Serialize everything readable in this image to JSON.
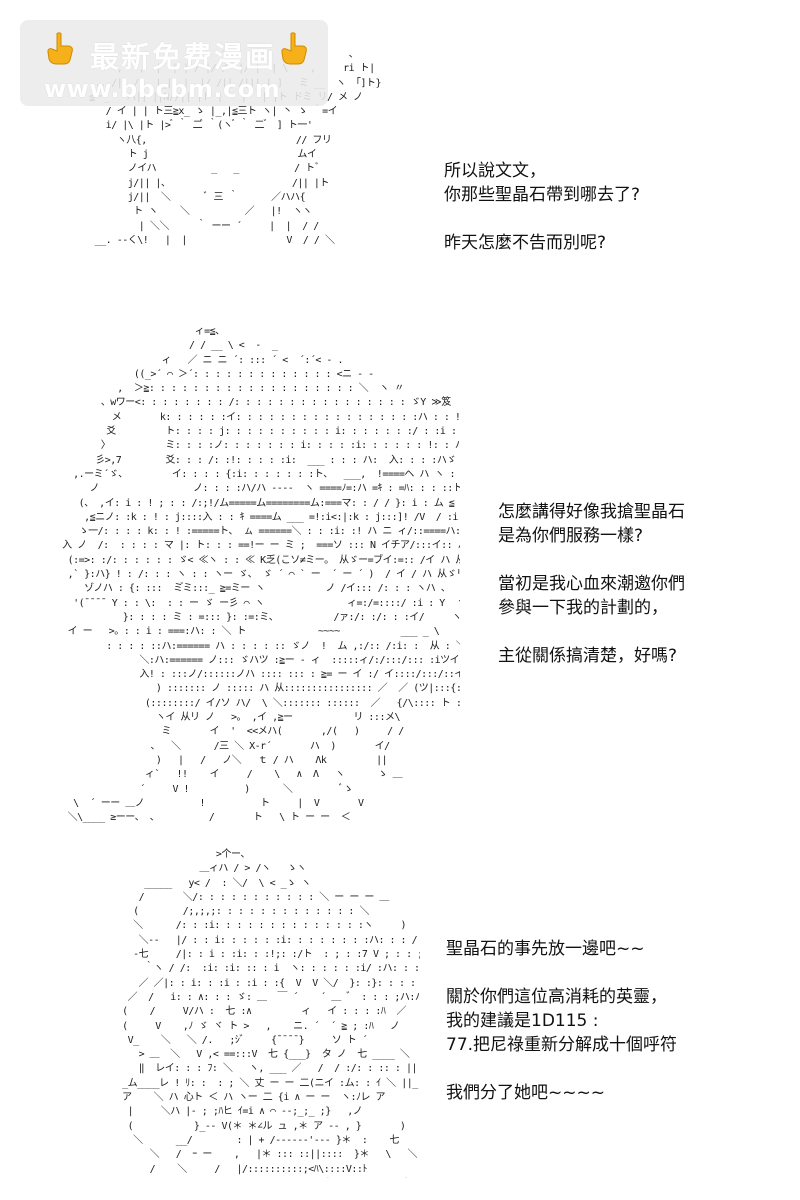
{
  "watermark": {
    "title": "最新免费漫画",
    "url": "www.bbcbm.com",
    "hand_icon": "pointing-hand-icon",
    "hand_color": "#f5b01a"
  },
  "panels": [
    {
      "ascii_art": "                  ,     /     \\                      、\n           ,   ,  |  | | / |/ /  |/ |  | \\    ,     ri ト|\n       .. /|  /|  |_|| |  |/ /|| /||| | ]   ミ __  ヽ 「]ト}\n      ≦ー_   ハ|| ||N//|| |ド |  ゙  | ｀| |ト ドミ リ/ メ ノ\n         / イ | | ト三≧x_ ゝ |_,|≦三ト ヽ| 丶 ゝ ｀=イ\n         i/ |\\ |ト |> ゙ ｀ 二゙ ｀(ヽ ゙ ｀ 二 ゙  ] ト一'\n           ヽ八{,                           // フリ\n             ト j                           ムイ\n             ノイハ          _   _          / トﾞ\n             j/|| |、                      /|| |ト\n             j/||  ＼      ﾞ 三 ｀      ／ハハ{\n              ト ヽ    ＼          ／   |!  ヽヽ\n               | ＼＼     ｀ ーー ´     |  |  / /\n       __. --く\\!   |  |                  V  / / ＼",
      "dialogue": [
        "所以說文文，",
        "你那些聖晶石帶到哪去了?",
        "",
        "昨天怎麼不告而別呢?"
      ]
    },
    {
      "ascii_art": "                            ィ=≦、\n                           / / __ \\ <  -  _\n                      ィ   ／ ニ ニ ´: ::: ´ <  ´:´< ‐ .\n                 ((_>´ ⌒ ＞´: : : : : : : : : : : : : <ニ ‐ ‐\n              ,  ＞≧: : : : : : : : : : : : : : : : : : : ＼  ヽ 〃\n           、wワー<: : : : : : : : /: : : : : : : : : : : : : : : : ゞY ≫笈\n             メ       k: : : : : :イ: : : : : : : : : : : : : : : : :ハ : : !  !ﾉ\n            爻         ト: : : : j: : : : : : : : : : i: : : : : : :/ : :i : : ! ム、\n           〉          ミ: : : :ノ: : : : : : : i: : : : :i: : : : : : !: : ハ  ヽ ヽ\n          彡>,7        爻: : : /: :!: : : : :i:  ___ : : : ハ:  入: : : :ハゞ ､ >ｼﾊ\n      ,.ーミ´ゞ、        イ: : : : {:i: : : : : : :ト、  ___,  !====ヘ ハ ヽ : : : : != 〆 ハ K\n         ノ                 ノ: : : :ハ/ハ ----  ヽ ====ﾉ=:ハ =ｷ : =ﾊ: : : ::ト、彡 ’从 i\n       (、 ,イ: i : ! ; : : /:;!/ム=====ム========ム:===マ: : / / }: i : ム ≦ ´  リ  ﾊ\n        ,≦ニノ: :k : ! : j::::入 : : ｷ ====ム ___ =!:i<:|:k : j:::]! /V  / :i: : :i  !  ム  ((\n       ゝ一/: : : : k: : ! :=====ト、 ㇺ ======＼ : : :i: :! ハ ニ ィ/::====ハ:(   ´   }:>\n    入 ノ  /:  : : : : マ |: ト: : : ==!ー ー ミ ;  ===ソ ::: N イチア/:::イ:: ハ  :::(  \\ ヽ (:イ\n     (:=>: :/: : : : : : ゞ< ≪ヽ : : ≪ K乏(こソ≠ミー。 从ゞー=ブイ:=:: /イ ハ 从      ヽハ\n     ,` }:ハ} ! : /: : : ヽ : : ヽー ゞ、 ゞ ´ ⌒ ` ー  ´ ー ´ )  / イ / ハ 从ゞリミ      入\n        ゾノハ : {: :::  ミ゙ミ:::_ ≧=ミー ヽ           ノ /イ::: /: : : ヽハ 、     /  \\\n      '(¯¯¯¯ Y : : \\:  : : ー ゞ ー彡 ⌒ ヽ               ィ=:/=::::/ :i : Y  ヽ _\n               }: : : : ミ : =::: }: :=:ミ、          /ァ:/: :/: : :イ/     ヽ/\n     イ ー   >。: : i : ===:ハ: : ＼ ト             ~~~~           ___ _ \\\n            : : : : ::ハ:====== ハ : : : : :: ゞノ  !  ム ,:/:: /:i: :  从 : ＼ :  ヽ\n                  ＼:ハ:====== ノ::: ゞハツ :≧ー ‐ ィ  :::::ィ/:/:::/::: :iツイソ      ヽ  、ム\n                  入! : :::ノ/::::::ノハ :::: ::: : ≧= ー イ :/ イ::::/:::/::イ:ハ  ノ  ( ハム\n                     ) ::::::: ノ ::::: ハ 从:::::::::::::::: ／  ／ (ツ|:::{:::::|イト从!__彡    ｝ム\n                   (::::::::/ イ/ソ ハ/  \\ ＼::::::: ::::::  ／   {/\\:::: ト :: ヽ _ イ   , ≦ =\n                     ヽイ 从リ ノ   >。 ,イ ,≧ー           リ :::メ\\\n                      ミ       イ  '  <<メハ(       ,/(   )     / /\n                    、  ＼      /三 ＼ X-r´       ハ  )       イ/\n                     )   |   /   ノ＼   ｔ / ハ    Λk         ||\n                   ィ`   !!    イ     /    \\   ∧  Λ   ヽ      ゝ ＿\n                  ´     V !          )      ＼         ﾞゝ\n      \\  ´ ーー ＿ノ          !          ト     |  V       V\n     ＼\\____ ≥ーー、 、         /       ト   \\ ト ー ー  ＜\n     ﾏ、ﾞ ´    ＼           ヽ    \\ |   ＼\\  /  _      ;\n       ム              マ        ト、/        V       /",
      "dialogue": [
        "怎麼講得好像我搶聖晶石",
        "是為你們服務一樣?",
        "",
        "當初是我心血來潮邀你們",
        "參與一下我的計劃的，",
        "",
        "主從關係搞清楚，好嗎?"
      ]
    },
    {
      "ascii_art": "                     >个ー、\n                  ＿ィハ / > /ヽ   ゝヽ\n        _____   y< /  : ＼/  \\ < _ゝ ヽ\n       /       ＼/: : : : : : : : : : : ＼ ー ー ー ＿\n      (        /;,;,;: : : : : : : : : : : : : ＼\n      ＼      /: : :i: : : : : : : : : : : : : :ヽ     )\n       ＼--   |/ : : i: : : : : :i: : : : : : : :ハ: : : /\n      -七     /|: : i : :i: : :!;: :/ト  : ; : :7 V ; : : ; : /\\\n        ｀ヽ / /:  :i: :i: :: : i  ヽ: : : : : :i/ :ハ: : : : :ヽ\n       ／ ／|: : i: : :i : :i : :{  V  V ＼/  }: :}: : : : : :iﾄi\n     ／  /   i: : ∧: : : ゞ: ＿  ￣ ´    ´ ＿ ゛ : : : ;ハ:ハ\n    (    /     V/ハ :  七 :∧         ィ   イ : : : :ﾊ  ／\n    (     V    ,ﾉ ゞ ヾ ト >   ,    ニ. ´  ´ ≧ ; :ﾊ   ノ\n     V_    ＼   ＼ /.   ;ｼ゛    {¯¯¯¯}     ソ ト ´\n       > ＿  ＼   V ,< ==:::V  七 {___}  タ ノ  七 ____ ＼\n       ‖  レイ: : : ﾌ: ＼   ヽ, ___ ／   /  / :/: : :: : ||\n    _ム____レ ! ﾘ: :  : ; ＼ 丈 ー ー 二(ニイ :ム: : ｲ ＼ ||_\n    ア    ＼ ハ 心ト ＜ ハ ヽー 二 {i ∧ ー ー  ヽ:ﾉレ ア\n     |     ＼ハ |- ; ;ﾊヒ ｲ=i ∧ ⌒ --;_;_ ;}   ,ノ\n     (           }_-- V(＊ ＊∠ル ュ ,＊ ア -- , }       )\n      ＼      __/        : | + /------'--- }＊  :    七\n         ＼   /  ｰ ー    ,   |＊ ::: ::||::::  }＊   \\   ＼\n         /    ＼     /   |/::::::::::;<ﾊ\\::::V::ﾄ\n        t          /       ア ーー (::::: ＼,,,;イ＊|    ＼\n             ＼     /    <__-------,----(＊ } ;     ノ\n                ー ー ー        ー _ >-- (+ ;      __________\n         T---- ,|         `  ----  ＜  *:  ____ +  _ / ＿_ノ\n         |:::::::::::ム         ●| | ＊ ＃  / / ::::::::::|",
      "dialogue": [
        "聖晶石的事先放一邊吧~~",
        "",
        "關於你們這位高消耗的英靈，",
        "我的建議是1D115 :",
        "77.把尼祿重新分解成十個呼符",
        "",
        "我們分了她吧~~~~"
      ]
    }
  ]
}
